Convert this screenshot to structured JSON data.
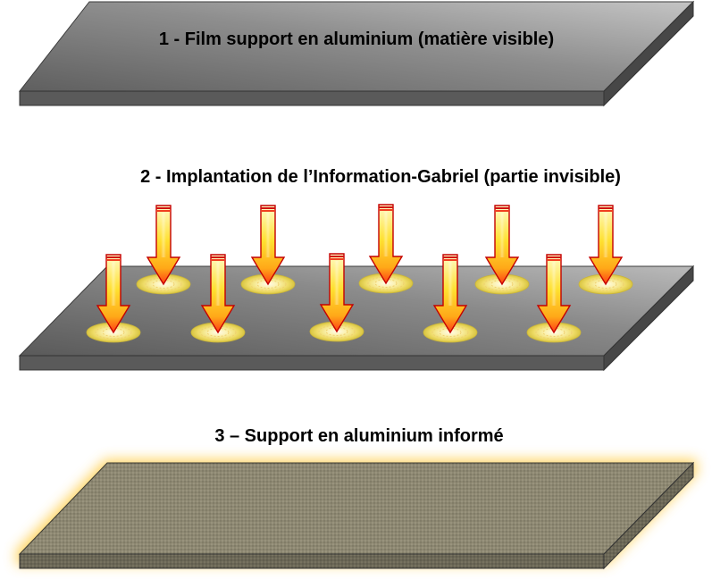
{
  "steps": [
    {
      "label": "1 - Film support en aluminium (matière visible)"
    },
    {
      "label": "2 - Implantation de l’Information-Gabriel (partie invisible)"
    },
    {
      "label": "3 – Support en aluminium informé"
    }
  ],
  "colors": {
    "plate_top_light": "#bdbdbd",
    "plate_top_dark": "#6b6b6b",
    "plate_edge": "#5e5e5e",
    "arrow_top": "#fff7a0",
    "arrow_mid": "#ffd21a",
    "arrow_bottom": "#ff4a1a",
    "arrow_outline": "#c40000",
    "glow": "#f3e06a",
    "textured_top": "#8c8670",
    "halo": "#ffce54"
  }
}
